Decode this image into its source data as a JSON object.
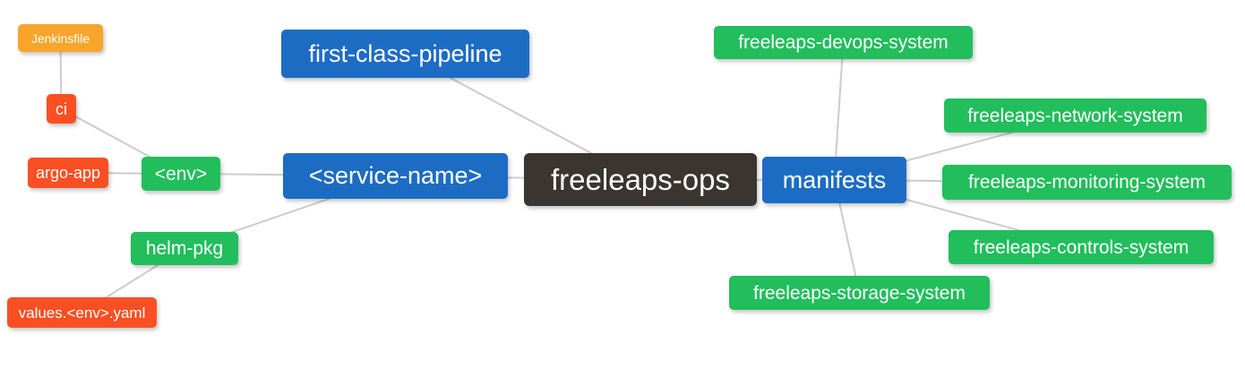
{
  "diagram": {
    "type": "mindmap",
    "root_label": "freeleaps-ops",
    "colors": {
      "root_bg": "#3a3531",
      "branch_blue_bg": "#1d6cc4",
      "leaf_green_bg": "#21be5b",
      "leaf_red_bg": "#fa4f22",
      "leaf_amber_bg": "#f9a42a",
      "edge_line": "#cccccc",
      "text": "#ffffff",
      "background": "#ffffff"
    },
    "nodes": {
      "freeleaps_ops": {
        "label": "freeleaps-ops"
      },
      "first_class_pipeline": {
        "label": "first-class-pipeline"
      },
      "service_name": {
        "label": "<service-name>"
      },
      "env": {
        "label": "<env>"
      },
      "ci": {
        "label": "ci"
      },
      "jenkinsfile": {
        "label": "Jenkinsfile"
      },
      "argo_app": {
        "label": "argo-app"
      },
      "helm_pkg": {
        "label": "helm-pkg"
      },
      "values_env_yaml": {
        "label": "values.<env>.yaml"
      },
      "manifests": {
        "label": "manifests"
      },
      "devops_system": {
        "label": "freeleaps-devops-system"
      },
      "network_system": {
        "label": "freeleaps-network-system"
      },
      "monitoring_system": {
        "label": "freeleaps-monitoring-system"
      },
      "controls_system": {
        "label": "freeleaps-controls-system"
      },
      "storage_system": {
        "label": "freeleaps-storage-system"
      }
    },
    "edges": [
      {
        "from": "freeleaps_ops",
        "to": "first_class_pipeline"
      },
      {
        "from": "freeleaps_ops",
        "to": "service_name"
      },
      {
        "from": "freeleaps_ops",
        "to": "manifests"
      },
      {
        "from": "service_name",
        "to": "env"
      },
      {
        "from": "service_name",
        "to": "helm_pkg"
      },
      {
        "from": "env",
        "to": "ci"
      },
      {
        "from": "env",
        "to": "argo_app"
      },
      {
        "from": "ci",
        "to": "jenkinsfile"
      },
      {
        "from": "helm_pkg",
        "to": "values_env_yaml"
      },
      {
        "from": "manifests",
        "to": "devops_system"
      },
      {
        "from": "manifests",
        "to": "network_system"
      },
      {
        "from": "manifests",
        "to": "monitoring_system"
      },
      {
        "from": "manifests",
        "to": "controls_system"
      },
      {
        "from": "manifests",
        "to": "storage_system"
      }
    ]
  }
}
